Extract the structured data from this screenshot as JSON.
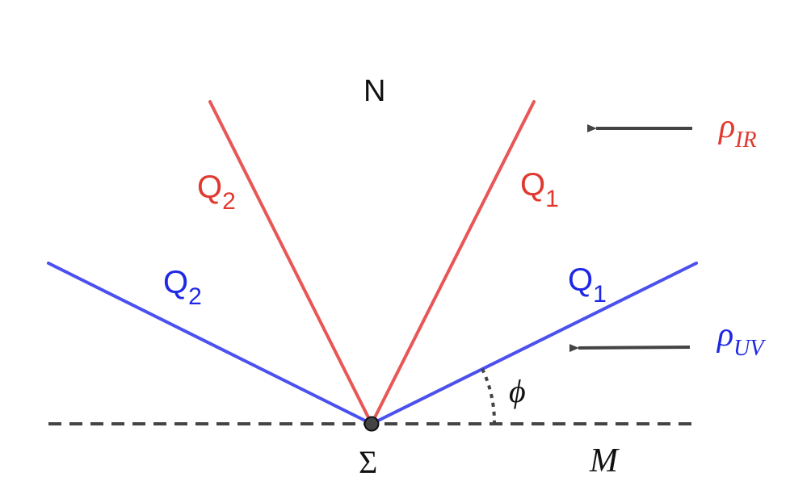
{
  "colors": {
    "red": "#e85656",
    "red_text": "#e0392f",
    "blue": "#4b50ee",
    "blue_text": "#1e28e6",
    "dark": "#444444",
    "black": "#111111"
  },
  "labels": {
    "n_region": "N",
    "red_q_left": {
      "base": "Q",
      "sub": "2"
    },
    "red_q_right": {
      "base": "Q",
      "sub": "1"
    },
    "blue_q_left": {
      "base": "Q",
      "sub": "2"
    },
    "blue_q_right": {
      "base": "Q",
      "sub": "1"
    },
    "rho_ir": {
      "base": "ρ",
      "sub": "IR"
    },
    "rho_uv": {
      "base": "ρ",
      "sub": "UV"
    },
    "phi": "ϕ",
    "sigma": "Σ",
    "m_boundary": "M"
  }
}
